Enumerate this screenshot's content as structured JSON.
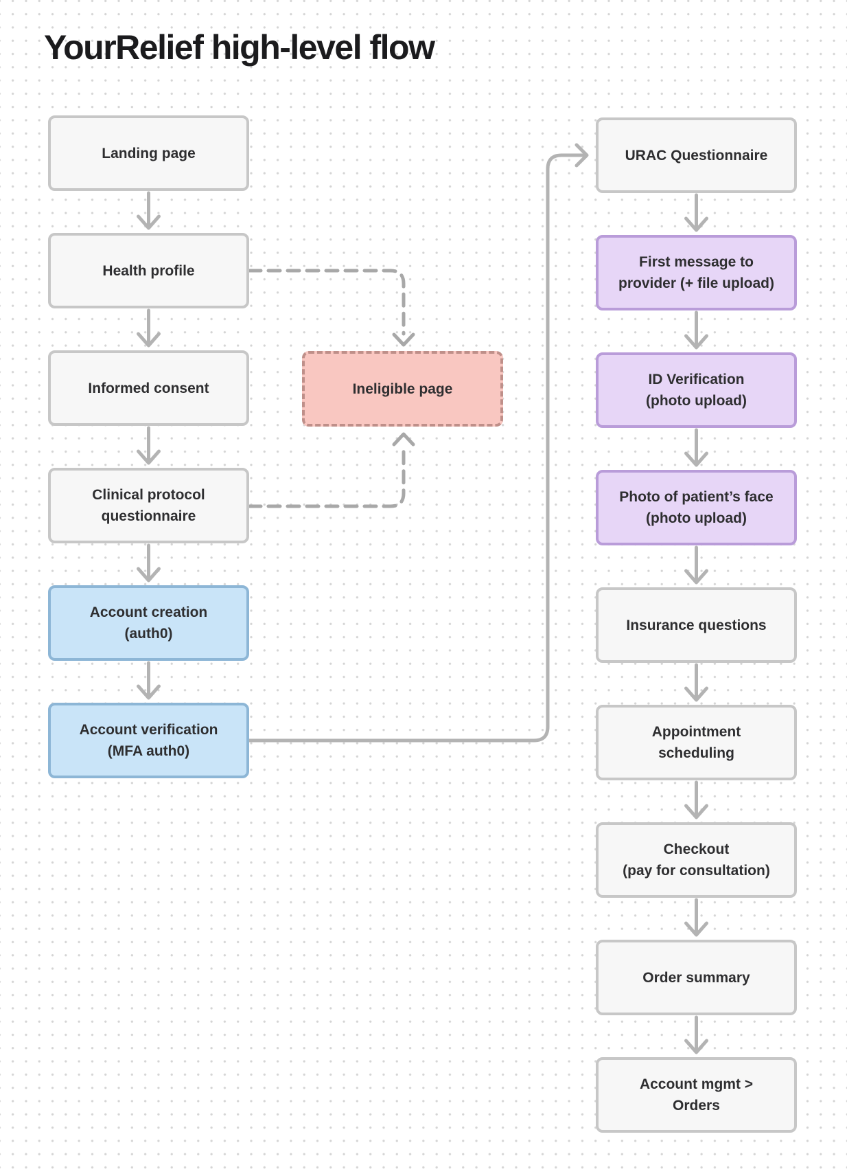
{
  "title": "YourRelief high-level flow",
  "nodes": [
    {
      "id": "landing-page",
      "label": "Landing page",
      "variant": "gray"
    },
    {
      "id": "health-profile",
      "label": "Health profile",
      "variant": "gray"
    },
    {
      "id": "informed-consent",
      "label": "Informed consent",
      "variant": "gray"
    },
    {
      "id": "clinical-protocol",
      "label": "Clinical protocol\nquestionnaire",
      "variant": "gray"
    },
    {
      "id": "account-creation",
      "label": "Account creation\n(auth0)",
      "variant": "blue"
    },
    {
      "id": "account-verification",
      "label": "Account verification\n(MFA auth0)",
      "variant": "blue"
    },
    {
      "id": "ineligible-page",
      "label": "Ineligible page",
      "variant": "pink"
    },
    {
      "id": "urac-questionnaire",
      "label": "URAC Questionnaire",
      "variant": "gray"
    },
    {
      "id": "first-message",
      "label": "First message to\nprovider (+ file upload)",
      "variant": "purple"
    },
    {
      "id": "id-verification",
      "label": "ID Verification\n(photo upload)",
      "variant": "purple"
    },
    {
      "id": "photo-face",
      "label": "Photo of patient’s face\n(photo upload)",
      "variant": "purple"
    },
    {
      "id": "insurance-questions",
      "label": "Insurance questions",
      "variant": "gray"
    },
    {
      "id": "appointment-scheduling",
      "label": "Appointment\nscheduling",
      "variant": "gray"
    },
    {
      "id": "checkout",
      "label": "Checkout\n(pay for consultation)",
      "variant": "gray"
    },
    {
      "id": "order-summary",
      "label": "Order summary",
      "variant": "gray"
    },
    {
      "id": "account-mgmt",
      "label": "Account mgmt >\nOrders",
      "variant": "gray"
    }
  ],
  "colors": {
    "background": "#ffffff",
    "dot-grid": "#d4d4d4",
    "title-text": "#1b1b1d",
    "node-text": "#2e2e30",
    "gray-fill": "#f7f7f7",
    "gray-border": "#c7c7c7",
    "blue-fill": "#c9e4f8",
    "blue-border": "#8db6d6",
    "purple-fill": "#e7d6f7",
    "purple-border": "#b99cd9",
    "pink-fill": "#f9c7c1",
    "pink-border": "#bf8f89",
    "arrow": "#b3b3b3",
    "dashed-arrow": "#a8a8a8"
  }
}
